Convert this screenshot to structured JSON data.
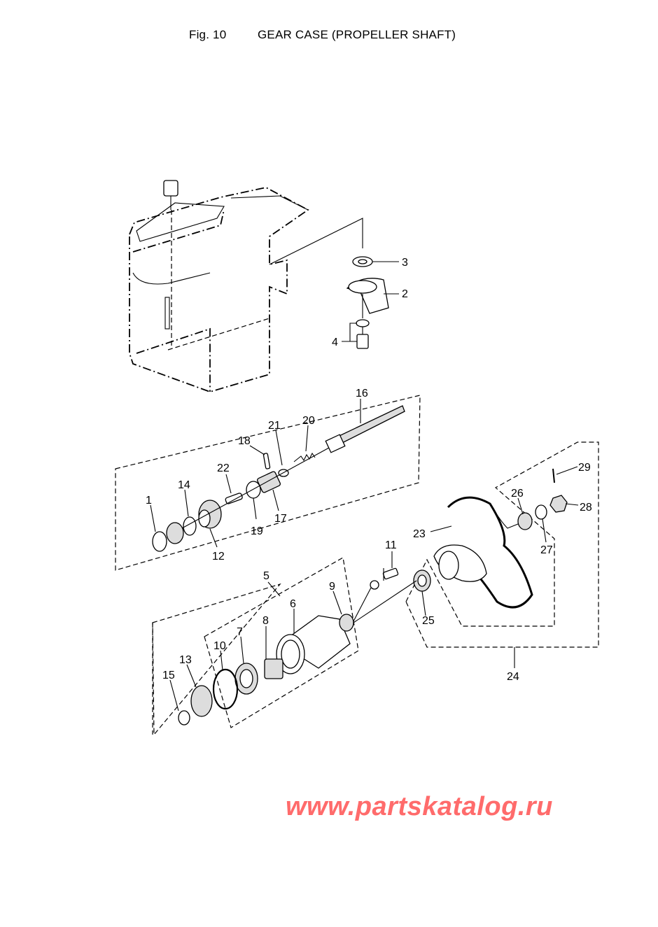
{
  "header": {
    "fig_label": "Fig. 10",
    "title": "GEAR CASE (PROPELLER SHAFT)"
  },
  "callouts": [
    "1",
    "2",
    "3",
    "4",
    "5",
    "6",
    "7",
    "8",
    "9",
    "10",
    "11",
    "12",
    "13",
    "14",
    "15",
    "16",
    "17",
    "18",
    "19",
    "20",
    "21",
    "22",
    "23",
    "24",
    "25",
    "26",
    "27",
    "28",
    "29"
  ],
  "watermark": "www.partskatalog.ru",
  "colors": {
    "watermark": "#ff6b6b",
    "lines": "#000000"
  }
}
